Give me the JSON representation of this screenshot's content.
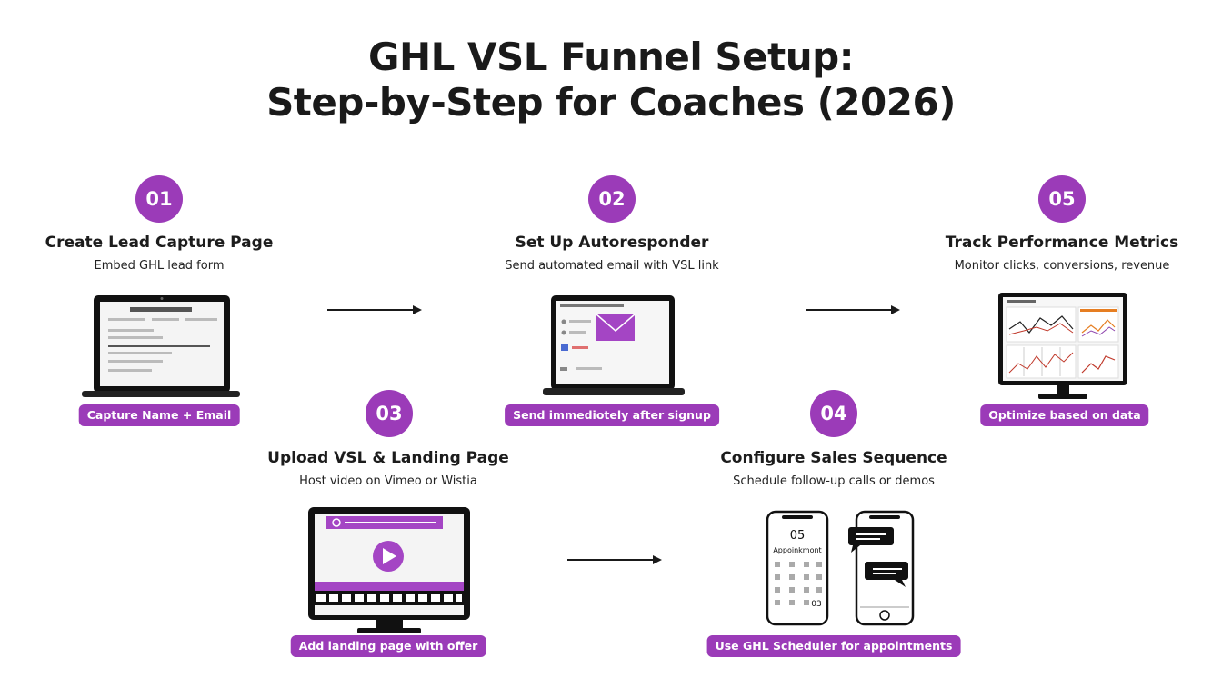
{
  "title": {
    "line1": "GHL VSL Funnel Setup:",
    "line2": "Step-by-Step for Coaches (2026)"
  },
  "colors": {
    "accent": "#9b3bb8",
    "ink": "#1a1a1a"
  },
  "steps": [
    {
      "number": "01",
      "title": "Create Lead Capture Page",
      "subtitle": "Embed GHL lead form",
      "tag": "Capture Name + Email",
      "icon": "laptop-form-icon"
    },
    {
      "number": "02",
      "title": "Set Up Autoresponder",
      "subtitle": "Send automated email with VSL link",
      "tag": "Send immediotely after signup",
      "icon": "laptop-email-icon"
    },
    {
      "number": "03",
      "title": "Upload VSL & Landing Page",
      "subtitle": "Host video on Vimeo or Wistia",
      "tag": "Add landing page with offer",
      "icon": "monitor-video-icon"
    },
    {
      "number": "04",
      "title": "Configure Sales Sequence",
      "subtitle": "Schedule follow-up calls or demos",
      "tag": "Use GHL Scheduler for appointments",
      "icon": "phones-calendar-chat-icon"
    },
    {
      "number": "05",
      "title": "Track Performance Metrics",
      "subtitle": "Monitor clicks, conversions, revenue",
      "tag": "Optimize based on data",
      "icon": "monitor-dashboard-icon"
    }
  ],
  "phone": {
    "date": "05",
    "label": "Appoinkmont",
    "selected_day": "03"
  }
}
